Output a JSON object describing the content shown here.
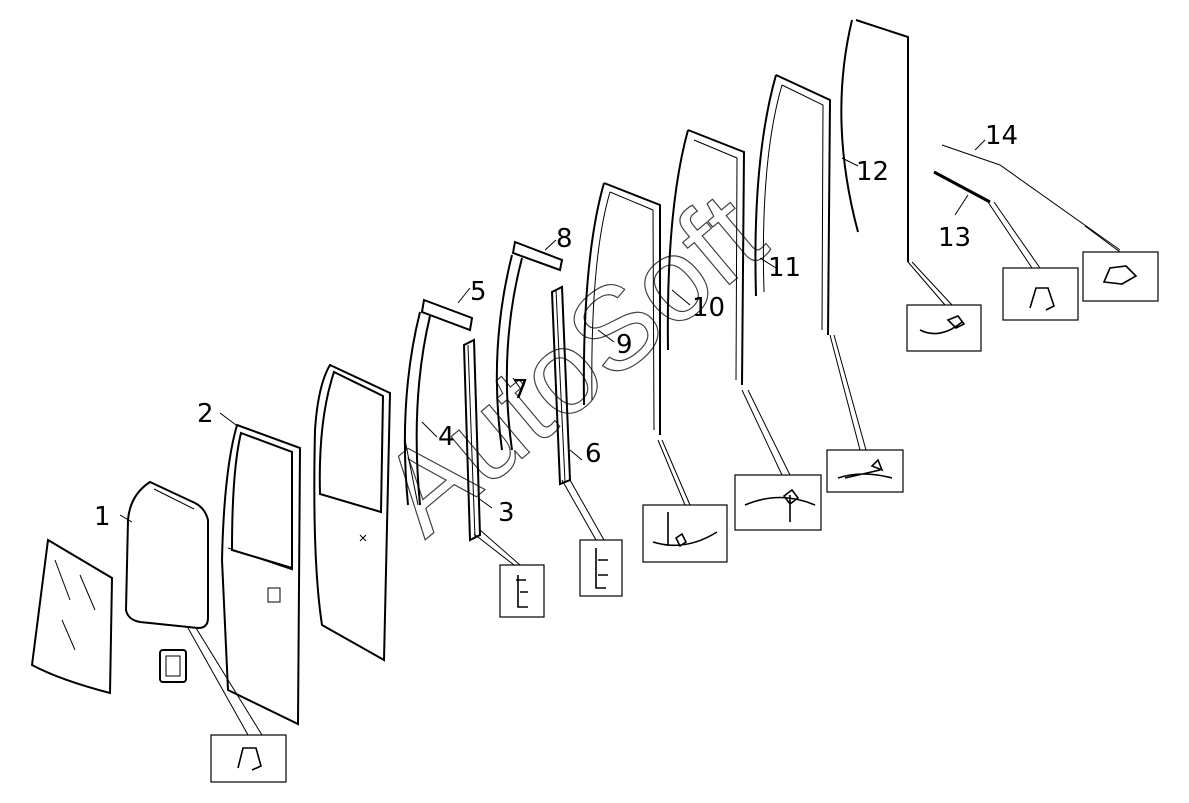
{
  "watermark": "AutoSoft",
  "callouts": [
    "1",
    "2",
    "3",
    "4",
    "5",
    "6",
    "7",
    "8",
    "9",
    "10",
    "11",
    "12",
    "13",
    "14"
  ],
  "colors": {
    "line": "#000000",
    "background": "#ffffff"
  }
}
